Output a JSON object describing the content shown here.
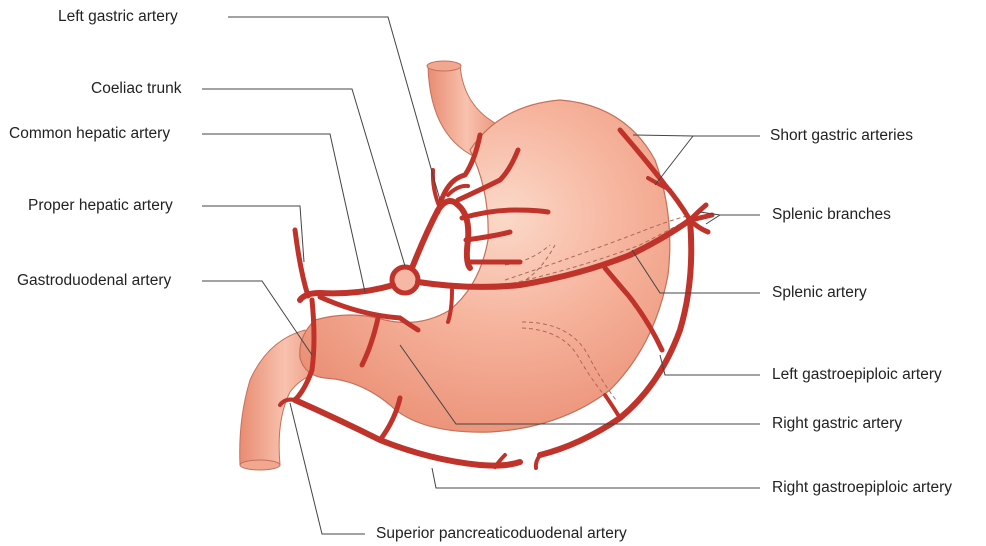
{
  "labels": {
    "left_gastric_artery": "Left gastric artery",
    "coeliac_trunk": "Coeliac trunk",
    "common_hepatic_artery": "Common hepatic artery",
    "proper_hepatic_artery": "Proper hepatic artery",
    "gastroduodenal_artery": "Gastroduodenal artery",
    "short_gastric_arteries": "Short gastric arteries",
    "splenic_branches": "Splenic branches",
    "splenic_artery": "Splenic artery",
    "left_gastroepiploic_artery": "Left gastroepiploic artery",
    "right_gastric_artery": "Right gastric artery",
    "right_gastroepiploic_artery": "Right gastroepiploic artery",
    "superior_pancreaticoduodenal_artery": "Superior pancreaticoduodenal artery"
  },
  "colors": {
    "stomach_fill": "#f4a48c",
    "stomach_highlight": "#fbd9c9",
    "stomach_outline": "#c5705a",
    "artery": "#c0332b",
    "artery_dark": "#8f1f1a",
    "leader_line": "#444444"
  }
}
